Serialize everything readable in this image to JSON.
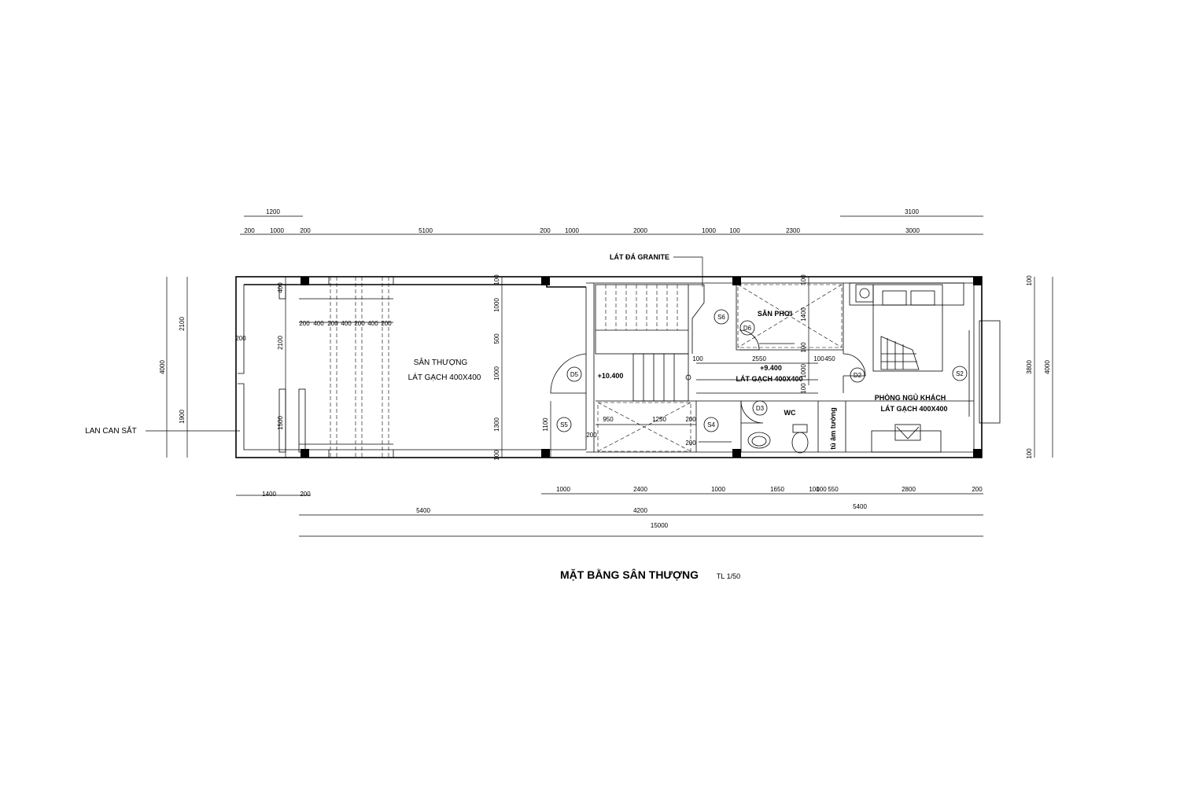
{
  "title": "MẶT BẰNG SÂN THƯỢNG",
  "scale": "TL 1/50",
  "rooms": {
    "terrace_name": "SÂN THƯỢNG",
    "terrace_floor": "LÁT GẠCH 400X400",
    "drying_yard": "SÂN PHƠI",
    "hall_level": "+9.400",
    "hall_floor": "LÁT GẠCH 400X400",
    "stair_level": "+10.400",
    "wc": "WC",
    "guest_room": "PHÒNG NGỦ KHÁCH",
    "guest_floor": "LÁT GẠCH 400X400",
    "wardrobe": "tủ âm tường"
  },
  "notes": {
    "granite": "LÁT ĐÁ GRANITE",
    "railing": "LAN CAN SẮT"
  },
  "tags": {
    "d2": "D2",
    "d3": "D3",
    "d5": "D5",
    "d6": "D6",
    "s2": "S2",
    "s4": "S4",
    "s5": "S5",
    "s6": "S6"
  },
  "dims": {
    "top1": [
      "1200",
      "3100"
    ],
    "top2": [
      "200",
      "1000",
      "200",
      "5100",
      "200",
      "1000",
      "2000",
      "1000",
      "100",
      "2300",
      "3000"
    ],
    "inner": [
      "200",
      "400",
      "200",
      "400",
      "200",
      "400",
      "200"
    ],
    "left": [
      "2100",
      "1900",
      "4000",
      "2100",
      "1500",
      "200",
      "400"
    ],
    "mid_v": [
      "100",
      "1000",
      "500",
      "1000",
      "1300",
      "100",
      "1100"
    ],
    "inner_h": [
      "950",
      "1250",
      "200",
      "200",
      "200",
      "100",
      "2550",
      "100",
      "450"
    ],
    "wc_v": [
      "100",
      "1400",
      "100",
      "1000",
      "100"
    ],
    "right": [
      "100",
      "3800",
      "4000",
      "100"
    ],
    "bot1": [
      "1400",
      "200",
      "1000",
      "2400",
      "1000",
      "1650",
      "100",
      "100",
      "550",
      "2800",
      "200"
    ],
    "bot2": [
      "5400",
      "4200",
      "5400"
    ],
    "bot3": [
      "15000"
    ]
  },
  "colors": {
    "line": "#000000",
    "background": "#ffffff"
  }
}
